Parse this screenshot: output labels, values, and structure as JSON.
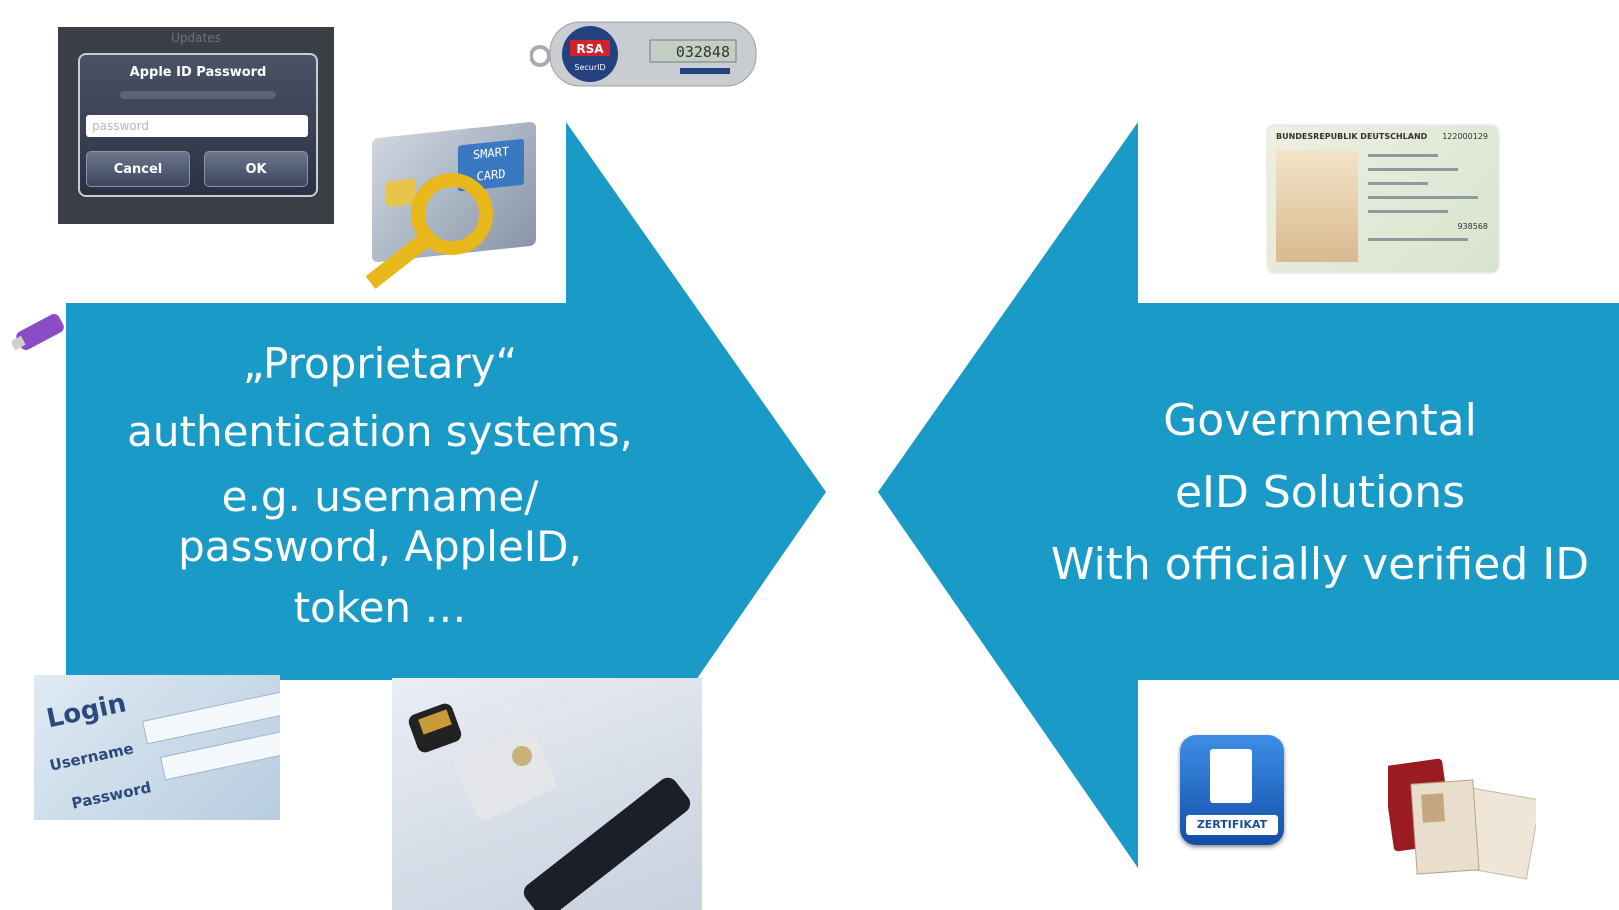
{
  "left_arrow": {
    "line1": "„Proprietary“",
    "line2": "authentication systems,",
    "line3": "e.g. username/",
    "line4": "password, AppleID,",
    "line5": "token …",
    "color": "#1a9ac7"
  },
  "right_arrow": {
    "line1": "Governmental",
    "line2": "eID Solutions",
    "line3": "With officially verified ID",
    "color": "#1a9ac7"
  },
  "apple_dialog": {
    "header": "Updates",
    "title": "Apple ID Password",
    "placeholder": "password",
    "cancel": "Cancel",
    "ok": "OK"
  },
  "rsa_token": {
    "brand": "RSA",
    "product": "SecurID",
    "display": "032848"
  },
  "smart_card": {
    "label_line1": "SMART",
    "label_line2": "CARD"
  },
  "login_image": {
    "title": "Login",
    "field1": "Username",
    "field2": "Password"
  },
  "id_card": {
    "header": "BUNDESREPUBLIK DEUTSCHLAND",
    "number": "122000129",
    "number2": "938568"
  },
  "certificate_icon": {
    "label": "ZERTIFIKAT"
  },
  "icons": [
    "usb-stick-icon",
    "smart-card-key-icon",
    "usb-token-icon",
    "passport-icon",
    "certificate-icon"
  ]
}
